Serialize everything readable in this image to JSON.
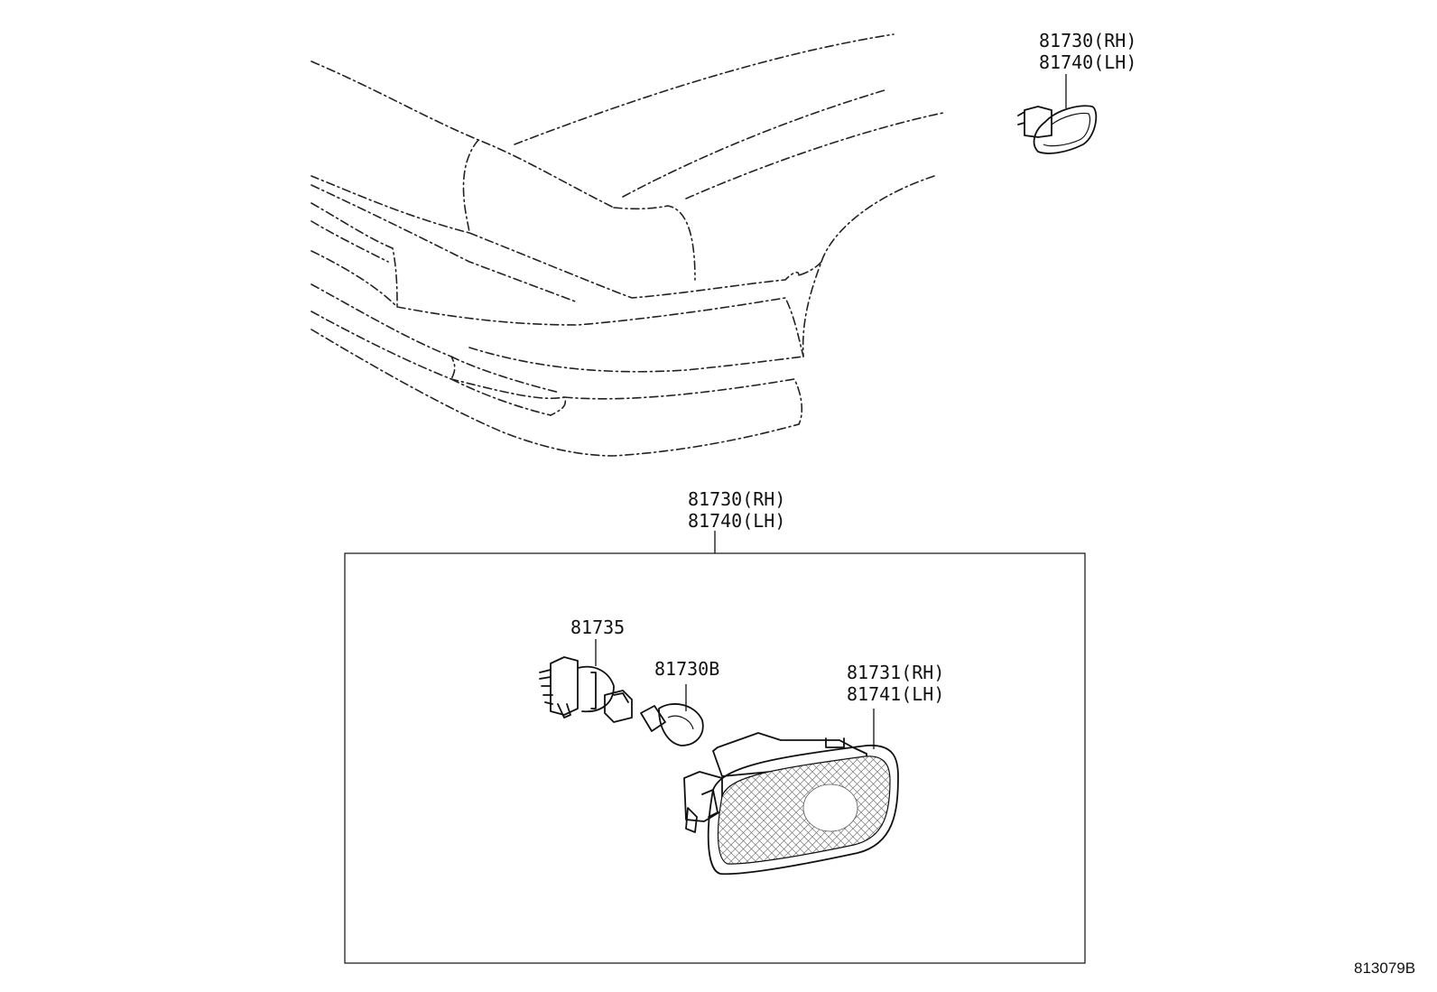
{
  "callouts": {
    "top_rh": "81730(RH)",
    "top_lh": "81740(LH)",
    "assy_rh": "81730(RH)",
    "assy_lh": "81740(LH)",
    "socket": "81735",
    "bulb": "81730B",
    "lens_rh": "81731(RH)",
    "lens_lh": "81741(LH)"
  },
  "figure_id": "813079B"
}
